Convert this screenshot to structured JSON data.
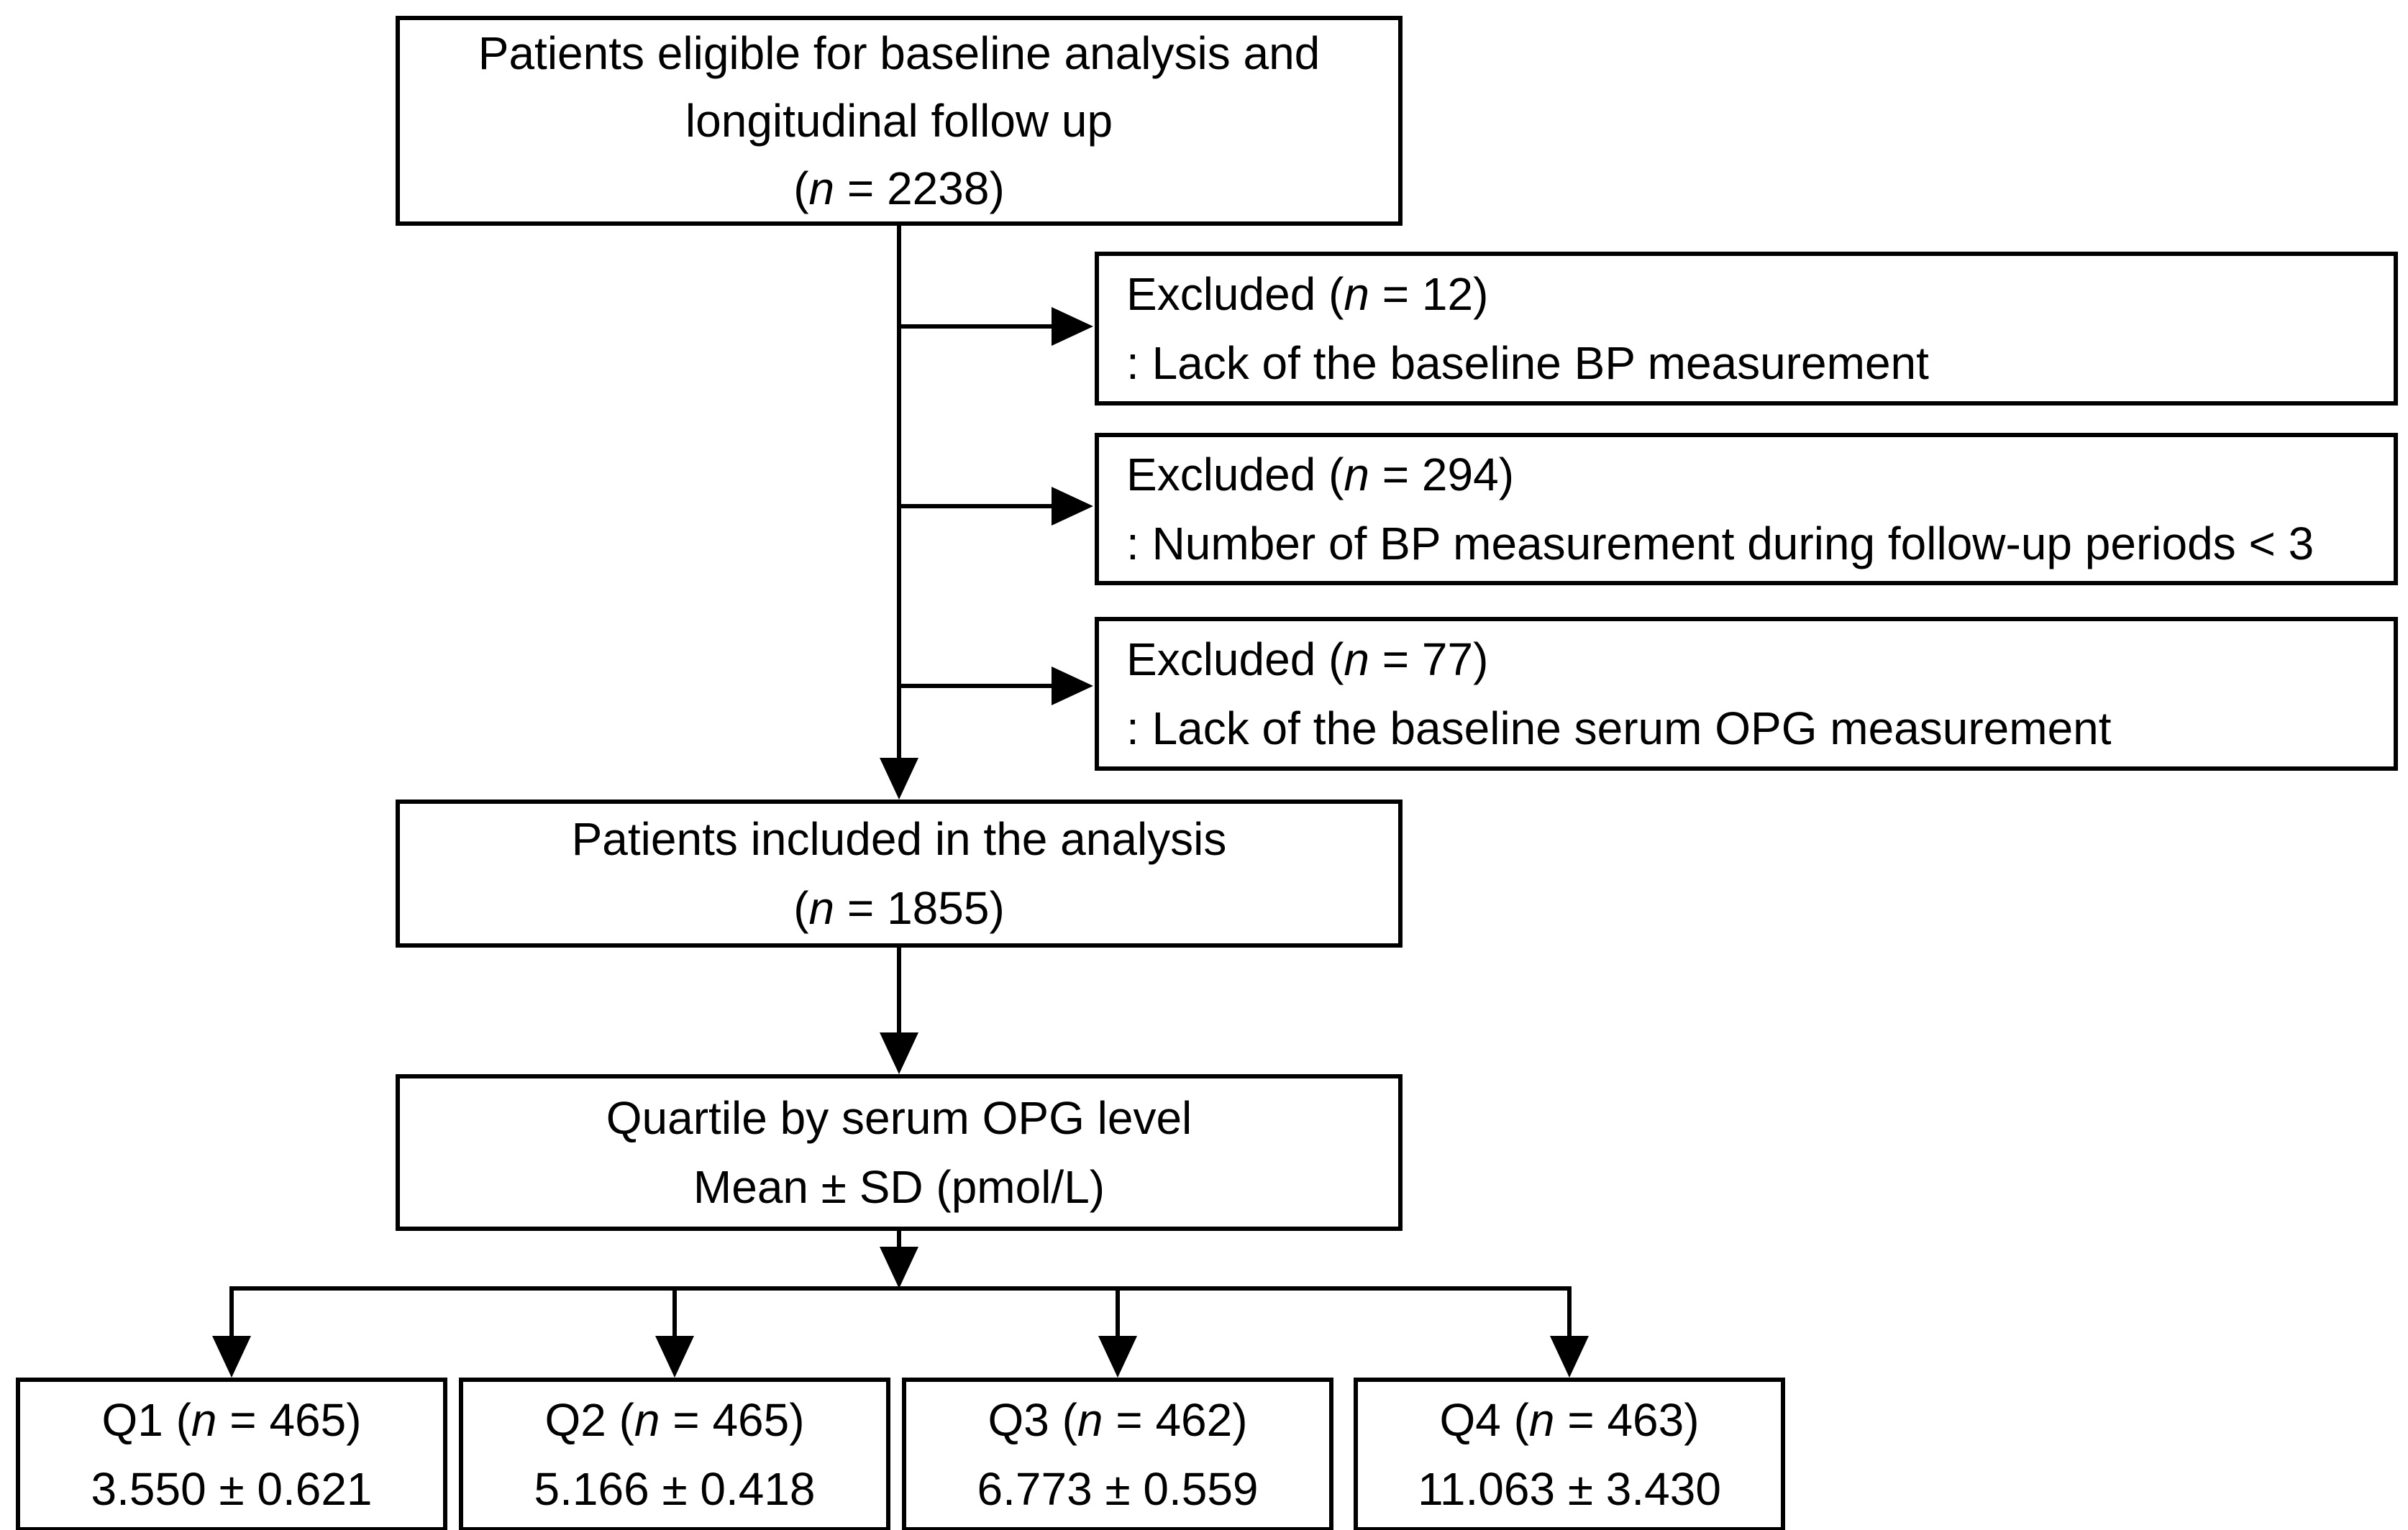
{
  "colors": {
    "background": "#ffffff",
    "line": "#000000",
    "box_border": "#000000",
    "text": "#000000"
  },
  "flowchart": {
    "eligible_box": {
      "line1": "Patients eligible for baseline analysis and",
      "line2": "longitudinal follow up",
      "line3": "(n = 2238)"
    },
    "excluded_boxes": [
      {
        "title": "Excluded (n = 12)",
        "reason": ": Lack of the baseline BP measurement"
      },
      {
        "title": "Excluded (n = 294)",
        "reason": ": Number of BP measurement during follow-up periods < 3"
      },
      {
        "title": "Excluded (n = 77)",
        "reason": ": Lack of the baseline serum OPG measurement"
      }
    ],
    "included_box": {
      "line1": "Patients included in the analysis",
      "line2": "(n = 1855)"
    },
    "quartile_box": {
      "line1": "Quartile by serum OPG level",
      "line2": "Mean ± SD (pmol/L)"
    },
    "quartile_boxes": [
      {
        "label": "Q1 (n = 465)",
        "value": "3.550 ± 0.621"
      },
      {
        "label": "Q2 (n = 465)",
        "value": "5.166 ± 0.418"
      },
      {
        "label": "Q3 (n = 462)",
        "value": "6.773 ± 0.559"
      },
      {
        "label": "Q4 (n = 463)",
        "value": "11.063 ± 3.430"
      }
    ]
  }
}
